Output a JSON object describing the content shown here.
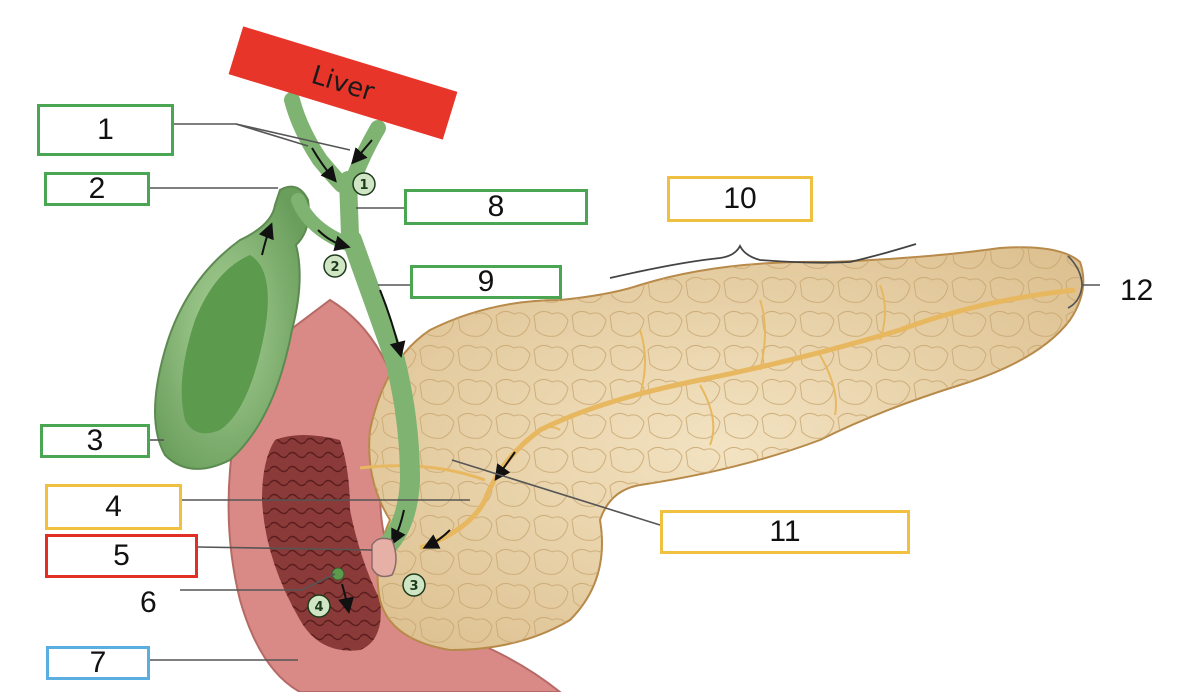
{
  "liver_label": "Liver",
  "labels": [
    {
      "id": "1",
      "text": "1",
      "color": "#4aa652"
    },
    {
      "id": "2",
      "text": "2",
      "color": "#4aa652"
    },
    {
      "id": "3",
      "text": "3",
      "color": "#4aa652"
    },
    {
      "id": "4",
      "text": "4",
      "color": "#f0c040"
    },
    {
      "id": "5",
      "text": "5",
      "color": "#e03025"
    },
    {
      "id": "6",
      "text": "6",
      "color": "none"
    },
    {
      "id": "7",
      "text": "7",
      "color": "#5aaee0"
    },
    {
      "id": "8",
      "text": "8",
      "color": "#4aa652"
    },
    {
      "id": "9",
      "text": "9",
      "color": "#4aa652"
    },
    {
      "id": "10",
      "text": "10",
      "color": "#f0c040"
    },
    {
      "id": "11",
      "text": "11",
      "color": "#f0c040"
    },
    {
      "id": "12",
      "text": "12",
      "color": "none"
    }
  ],
  "step_markers": [
    "1",
    "2",
    "3",
    "4"
  ],
  "colors": {
    "liver": "#e8352a",
    "duct_green": "#7fb372",
    "gallbladder_inner": "#5c9a4e",
    "pancreas": "#ead4a8",
    "pancreas_outline": "#b88a4a",
    "pancreatic_duct": "#e8b860",
    "duodenum": "#d98a86",
    "duodenum_inner": "#8a3a38",
    "leader_line": "#555555"
  }
}
